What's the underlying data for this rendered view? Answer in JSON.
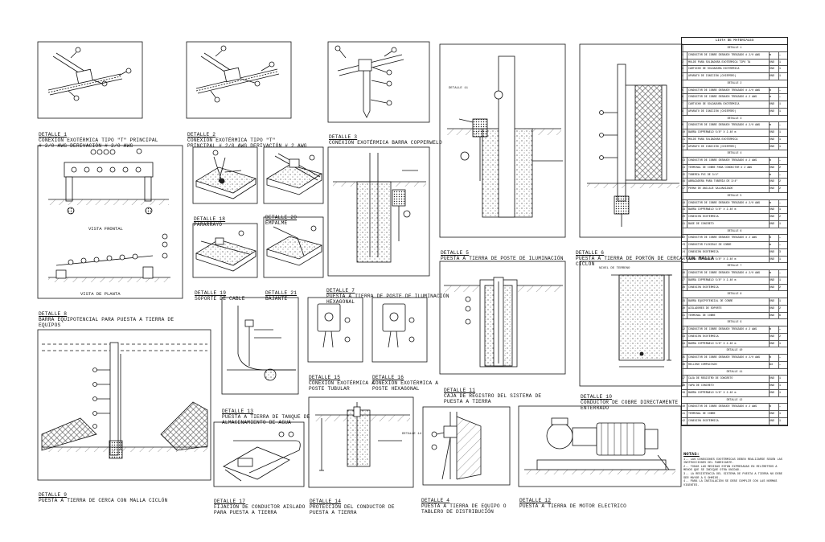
{
  "details": {
    "d1": {
      "title": "DETALLE 1",
      "text": "CONEXIÓN EXOTÉRMICA TIPO \"T\" PRINCIPAL\n# 2/0 AWG DERIVACIÓN # 2/0 AWG"
    },
    "d2": {
      "title": "DETALLE 2",
      "text": "CONEXIÓN EXOTÉRMICA TIPO \"T\"\nPRINCIPAL # 2/0 AWG DERIVACIÓN # 2 AWG"
    },
    "d3": {
      "title": "DETALLE 3",
      "text": "CONEXIÓN EXOTÉRMICA BARRA COPPERWELD"
    },
    "d5": {
      "title": "DETALLE 5",
      "text": "PUESTA A TIERRA DE POSTE DE ILUMINACIÓN"
    },
    "d6": {
      "title": "DETALLE 6",
      "text": "PUESTA A TIERRA DE PORTÓN DE CERCA CON MALLA\nCICLÓN"
    },
    "d8": {
      "title": "DETALLE 8",
      "text": "BARRA EQUIPOTENCIAL PARA PUESTA A TIERRA DE\nEQUIPOS"
    },
    "d18": {
      "title": "DETALLE 18",
      "text": "PARARRAYO"
    },
    "d20": {
      "title": "DETALLE 20",
      "text": "EMPALME"
    },
    "d19": {
      "title": "DETALLE 19",
      "text": "SOPORTE DE CABLE"
    },
    "d21": {
      "title": "DETALLE 21",
      "text": "BAJANTE"
    },
    "d7": {
      "title": "DETALLE 7",
      "text": "PUESTA A TIERRA DE POSTE DE ILUMINACIÓN\nHEXAGONAL"
    },
    "d11": {
      "title": "DETALLE 11",
      "text": "CAJA DE REGISTRO DEL SISTEMA DE\nPUESTA A TIERRA"
    },
    "d10": {
      "title": "DETALLE 10",
      "text": "CONDUCTOR DE COBRE DIRECTAMENTE\nENTERRADO"
    },
    "d9": {
      "title": "DETALLE 9",
      "text": "PUESTA A TIERRA DE CERCA CON MALLA CICLÓN"
    },
    "d13": {
      "title": "DETALLE 13",
      "text": "PUESTA A TIERRA DE TANQUE DE\nALMACENAMIENTO DE AGUA"
    },
    "d15": {
      "title": "DETALLE 15",
      "text": "CONEXIÓN EXOTÉRMICA A\nPOSTE TUBULAR"
    },
    "d16": {
      "title": "DETALLE 16",
      "text": "CONEXIÓN EXOTÉRMICA A\nPOSTE HEXAGONAL"
    },
    "d17": {
      "title": "DETALLE 17",
      "text": "FIJACIÓN DE CONDUCTOR AISLADO\nPARA PUESTA A TIERRA"
    },
    "d14": {
      "title": "DETALLE 14",
      "text": "PROTECCIÓN DEL CONDUCTOR DE\nPUESTA A TIERRA"
    },
    "d4": {
      "title": "DETALLE 4",
      "text": "PUESTA A TIERRA DE EQUIPO O\nTABLERO DE DISTRIBUCIÓN"
    },
    "d12": {
      "title": "DETALLE 12",
      "text": "PUESTA A TIERRA DE MOTOR ELECTRICO"
    }
  },
  "labels": {
    "vista_frontal": "VISTA FRONTAL",
    "vista_planta": "VISTA DE PLANTA",
    "nivel_terreno": "NIVEL DE TERRENO",
    "detalle_11": "DETALLE 11",
    "detalle_14": "DETALLE 14"
  },
  "table": {
    "title": "LISTA DE MATERIALES",
    "sections": [
      {
        "name": "DETALLE 1",
        "rows": [
          {
            "n": "1",
            "desc": "CONDUCTOR DE COBRE DESNUDO TRENZADO # 2/0 AWG",
            "u": "m",
            "q": "—"
          },
          {
            "n": "2",
            "desc": "MOLDE PARA SOLDADURA EXOTÉRMICA TIPO TA",
            "u": "UND",
            "q": "1"
          },
          {
            "n": "3",
            "desc": "CARTUCHO DE SOLDADURA EXOTÉRMICA",
            "u": "UND",
            "q": "1"
          },
          {
            "n": "4",
            "desc": "APARATO DE IGNICIÓN (CHISPERO)",
            "u": "UND",
            "q": "1"
          }
        ]
      },
      {
        "name": "DETALLE 2",
        "rows": [
          {
            "n": "5",
            "desc": "CONDUCTOR DE COBRE DESNUDO TRENZADO # 2/0 AWG",
            "u": "m",
            "q": "—"
          },
          {
            "n": "6",
            "desc": "CONDUCTOR DE COBRE DESNUDO TRENZADO # 2 AWG",
            "u": "m",
            "q": "—"
          },
          {
            "n": "7",
            "desc": "CARTUCHO DE SOLDADURA EXOTÉRMICA",
            "u": "UND",
            "q": "1"
          },
          {
            "n": "8",
            "desc": "APARATO DE IGNICIÓN (CHISPERO)",
            "u": "UND",
            "q": "1"
          }
        ]
      },
      {
        "name": "DETALLE 3",
        "rows": [
          {
            "n": "9",
            "desc": "CONDUCTOR DE COBRE DESNUDO TRENZADO # 2/0 AWG",
            "u": "m",
            "q": "—"
          },
          {
            "n": "10",
            "desc": "BARRA COPPERWELD 5/8\" X 2.40 m",
            "u": "UND",
            "q": "1"
          },
          {
            "n": "11",
            "desc": "MOLDE PARA SOLDADURA EXOTÉRMICA",
            "u": "UND",
            "q": "1"
          },
          {
            "n": "12",
            "desc": "APARATO DE IGNICIÓN (CHISPERO)",
            "u": "UND",
            "q": "1"
          }
        ]
      },
      {
        "name": "DETALLE 4",
        "rows": [
          {
            "n": "13",
            "desc": "CONDUCTOR DE COBRE DESNUDO TRENZADO # 2 AWG",
            "u": "m",
            "q": "—"
          },
          {
            "n": "14",
            "desc": "TERMINAL DE COBRE PARA CONDUCTOR # 2 AWG",
            "u": "UND",
            "q": "2"
          },
          {
            "n": "15",
            "desc": "TUBERÍA PVC DE 3/4\"",
            "u": "m",
            "q": "—"
          },
          {
            "n": "16",
            "desc": "ABRAZADERA PARA TUBERÍA DE 3/4\"",
            "u": "UND",
            "q": "2"
          },
          {
            "n": "17",
            "desc": "PERNO DE ANCLAJE GALVANIZADO",
            "u": "UND",
            "q": "2"
          }
        ]
      },
      {
        "name": "DETALLE 5",
        "rows": [
          {
            "n": "18",
            "desc": "CONDUCTOR DE COBRE DESNUDO TRENZADO # 2/0 AWG",
            "u": "m",
            "q": "—"
          },
          {
            "n": "19",
            "desc": "BARRA COPPERWELD 5/8\" X 2.40 m",
            "u": "UND",
            "q": "1"
          },
          {
            "n": "20",
            "desc": "CONEXIÓN EXOTÉRMICA",
            "u": "UND",
            "q": "2"
          },
          {
            "n": "21",
            "desc": "BASE DE CONCRETO",
            "u": "UND",
            "q": "1"
          }
        ]
      },
      {
        "name": "DETALLE 6",
        "rows": [
          {
            "n": "22",
            "desc": "CONDUCTOR DE COBRE DESNUDO TRENZADO # 2 AWG",
            "u": "m",
            "q": "—"
          },
          {
            "n": "23",
            "desc": "CONDUCTOR FLEXIBLE DE COBRE",
            "u": "m",
            "q": "—"
          },
          {
            "n": "24",
            "desc": "CONEXIÓN EXOTÉRMICA",
            "u": "UND",
            "q": "3"
          },
          {
            "n": "25",
            "desc": "BARRA COPPERWELD 5/8\" X 2.40 m",
            "u": "UND",
            "q": "1"
          }
        ]
      },
      {
        "name": "DETALLE 7",
        "rows": [
          {
            "n": "26",
            "desc": "CONDUCTOR DE COBRE DESNUDO TRENZADO # 2/0 AWG",
            "u": "m",
            "q": "—"
          },
          {
            "n": "27",
            "desc": "BARRA COPPERWELD 5/8\" X 2.40 m",
            "u": "UND",
            "q": "1"
          },
          {
            "n": "28",
            "desc": "CONEXIÓN EXOTÉRMICA",
            "u": "UND",
            "q": "2"
          }
        ]
      },
      {
        "name": "DETALLE 8",
        "rows": [
          {
            "n": "29",
            "desc": "BARRA EQUIPOTENCIAL DE COBRE",
            "u": "UND",
            "q": "1"
          },
          {
            "n": "30",
            "desc": "AISLADORES DE SOPORTE",
            "u": "UND",
            "q": "2"
          },
          {
            "n": "31",
            "desc": "TERMINAL DE COBRE",
            "u": "UND",
            "q": "6"
          }
        ]
      },
      {
        "name": "DETALLE 9",
        "rows": [
          {
            "n": "32",
            "desc": "CONDUCTOR DE COBRE DESNUDO TRENZADO # 2 AWG",
            "u": "m",
            "q": "—"
          },
          {
            "n": "33",
            "desc": "CONEXIÓN EXOTÉRMICA",
            "u": "UND",
            "q": "2"
          },
          {
            "n": "34",
            "desc": "BARRA COPPERWELD 5/8\" X 2.40 m",
            "u": "UND",
            "q": "1"
          }
        ]
      },
      {
        "name": "DETALLE 10",
        "rows": [
          {
            "n": "35",
            "desc": "CONDUCTOR DE COBRE DESNUDO TRENZADO # 2/0 AWG",
            "u": "m",
            "q": "—"
          },
          {
            "n": "36",
            "desc": "RELLENO COMPACTADO",
            "u": "m3",
            "q": "—"
          }
        ]
      },
      {
        "name": "DETALLE 11",
        "rows": [
          {
            "n": "37",
            "desc": "CAJA DE REGISTRO DE CONCRETO",
            "u": "UND",
            "q": "1"
          },
          {
            "n": "38",
            "desc": "TAPA DE CONCRETO",
            "u": "UND",
            "q": "1"
          },
          {
            "n": "39",
            "desc": "BARRA COPPERWELD 5/8\" X 2.40 m",
            "u": "UND",
            "q": "1"
          }
        ]
      },
      {
        "name": "DETALLE 12",
        "rows": [
          {
            "n": "40",
            "desc": "CONDUCTOR DE COBRE DESNUDO TRENZADO # 2 AWG",
            "u": "m",
            "q": "—"
          },
          {
            "n": "41",
            "desc": "TERMINAL DE COBRE",
            "u": "UND",
            "q": "1"
          },
          {
            "n": "42",
            "desc": "CONEXIÓN EXOTÉRMICA",
            "u": "UND",
            "q": "1"
          }
        ]
      }
    ]
  },
  "notes": {
    "title": "NOTAS:",
    "items": [
      "1.- LAS CONEXIONES EXOTÉRMICAS DEBEN REALIZARSE SEGÚN LAS INSTRUCCIONES DEL FABRICANTE.",
      "2.- TODAS LAS MEDIDAS ESTÁN EXPRESADAS EN MILÍMETROS A MENOS QUE SE INDIQUE OTRA UNIDAD.",
      "3.- LA RESISTENCIA DEL SISTEMA DE PUESTA A TIERRA NO DEBE SER MAYOR A 5 OHMIOS.",
      "4.- PARA LA INSTALACIÓN SE DEBE CUMPLIR CON LAS NORMAS VIGENTES."
    ]
  },
  "colors": {
    "line": "#111111",
    "hatch": "#444444",
    "bg": "#ffffff"
  }
}
